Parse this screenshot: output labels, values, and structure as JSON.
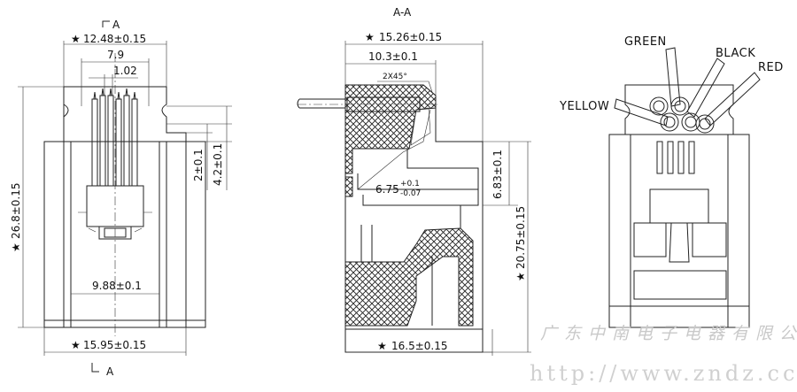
{
  "section_marks": {
    "top": "A",
    "bottom": "A",
    "title": "A-A"
  },
  "front_view": {
    "width_top": "12.48±0.15",
    "pitch_span": "7.9",
    "pin_pitch": "1.02",
    "step_small": "2±0.1",
    "step_large": "4.2±0.1",
    "height": "26.8±0.15",
    "inner_width": "9.88±0.1",
    "base_width": "15.95±0.15"
  },
  "section_view": {
    "top_width": "15.26±0.15",
    "inner_depth": "10.3±0.1",
    "chamfer": "2X45°",
    "contact_height": "6.83±0.1",
    "contact_offset_base": "6.75",
    "contact_offset_tol_upper": "+0.1",
    "contact_offset_tol_lower": "-0.07",
    "overall_height": "20.75±0.15",
    "base_width": "16.5±0.15"
  },
  "wire_view": {
    "wires": [
      "GREEN",
      "BLACK",
      "RED",
      "YELLOW"
    ]
  },
  "footer": {
    "company": "广东中南电子电器有限公司",
    "website": "http://www.zndz.cc"
  },
  "symbols": {
    "critical": "★"
  }
}
